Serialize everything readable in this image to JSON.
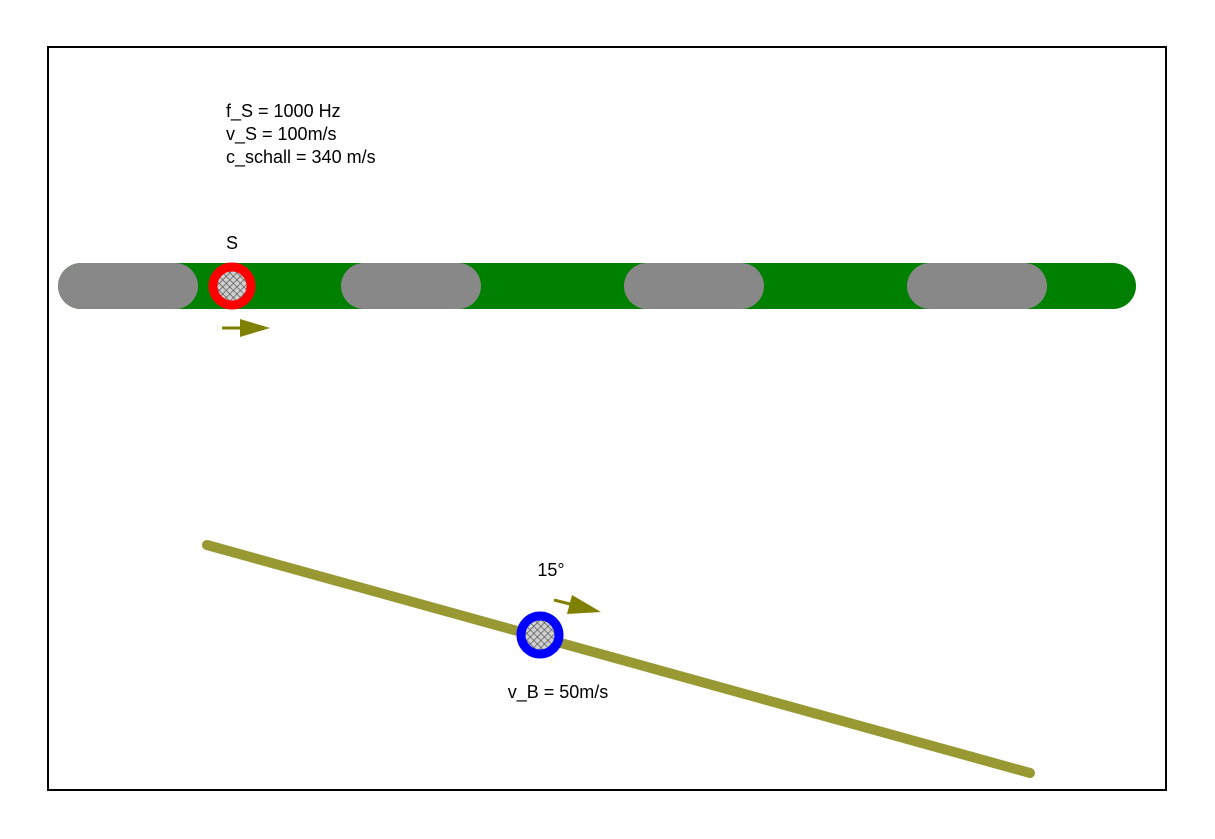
{
  "params": {
    "source_frequency": "f_S = 1000 Hz",
    "source_speed": "v_S = 100m/s",
    "sound_speed": "c_schall = 340 m/s"
  },
  "source": {
    "label": "S",
    "color": "#ff0000"
  },
  "observer": {
    "angle_label": "15°",
    "speed_label": "v_B = 50m/s",
    "color": "#0000ff"
  },
  "colors": {
    "track": "#008000",
    "gap": "#888888",
    "path": "#999933",
    "arrow": "#808000",
    "frame": "#000000"
  },
  "icons": {
    "source_marker": "red-ring",
    "observer_marker": "blue-ring",
    "direction": "right-arrow"
  }
}
